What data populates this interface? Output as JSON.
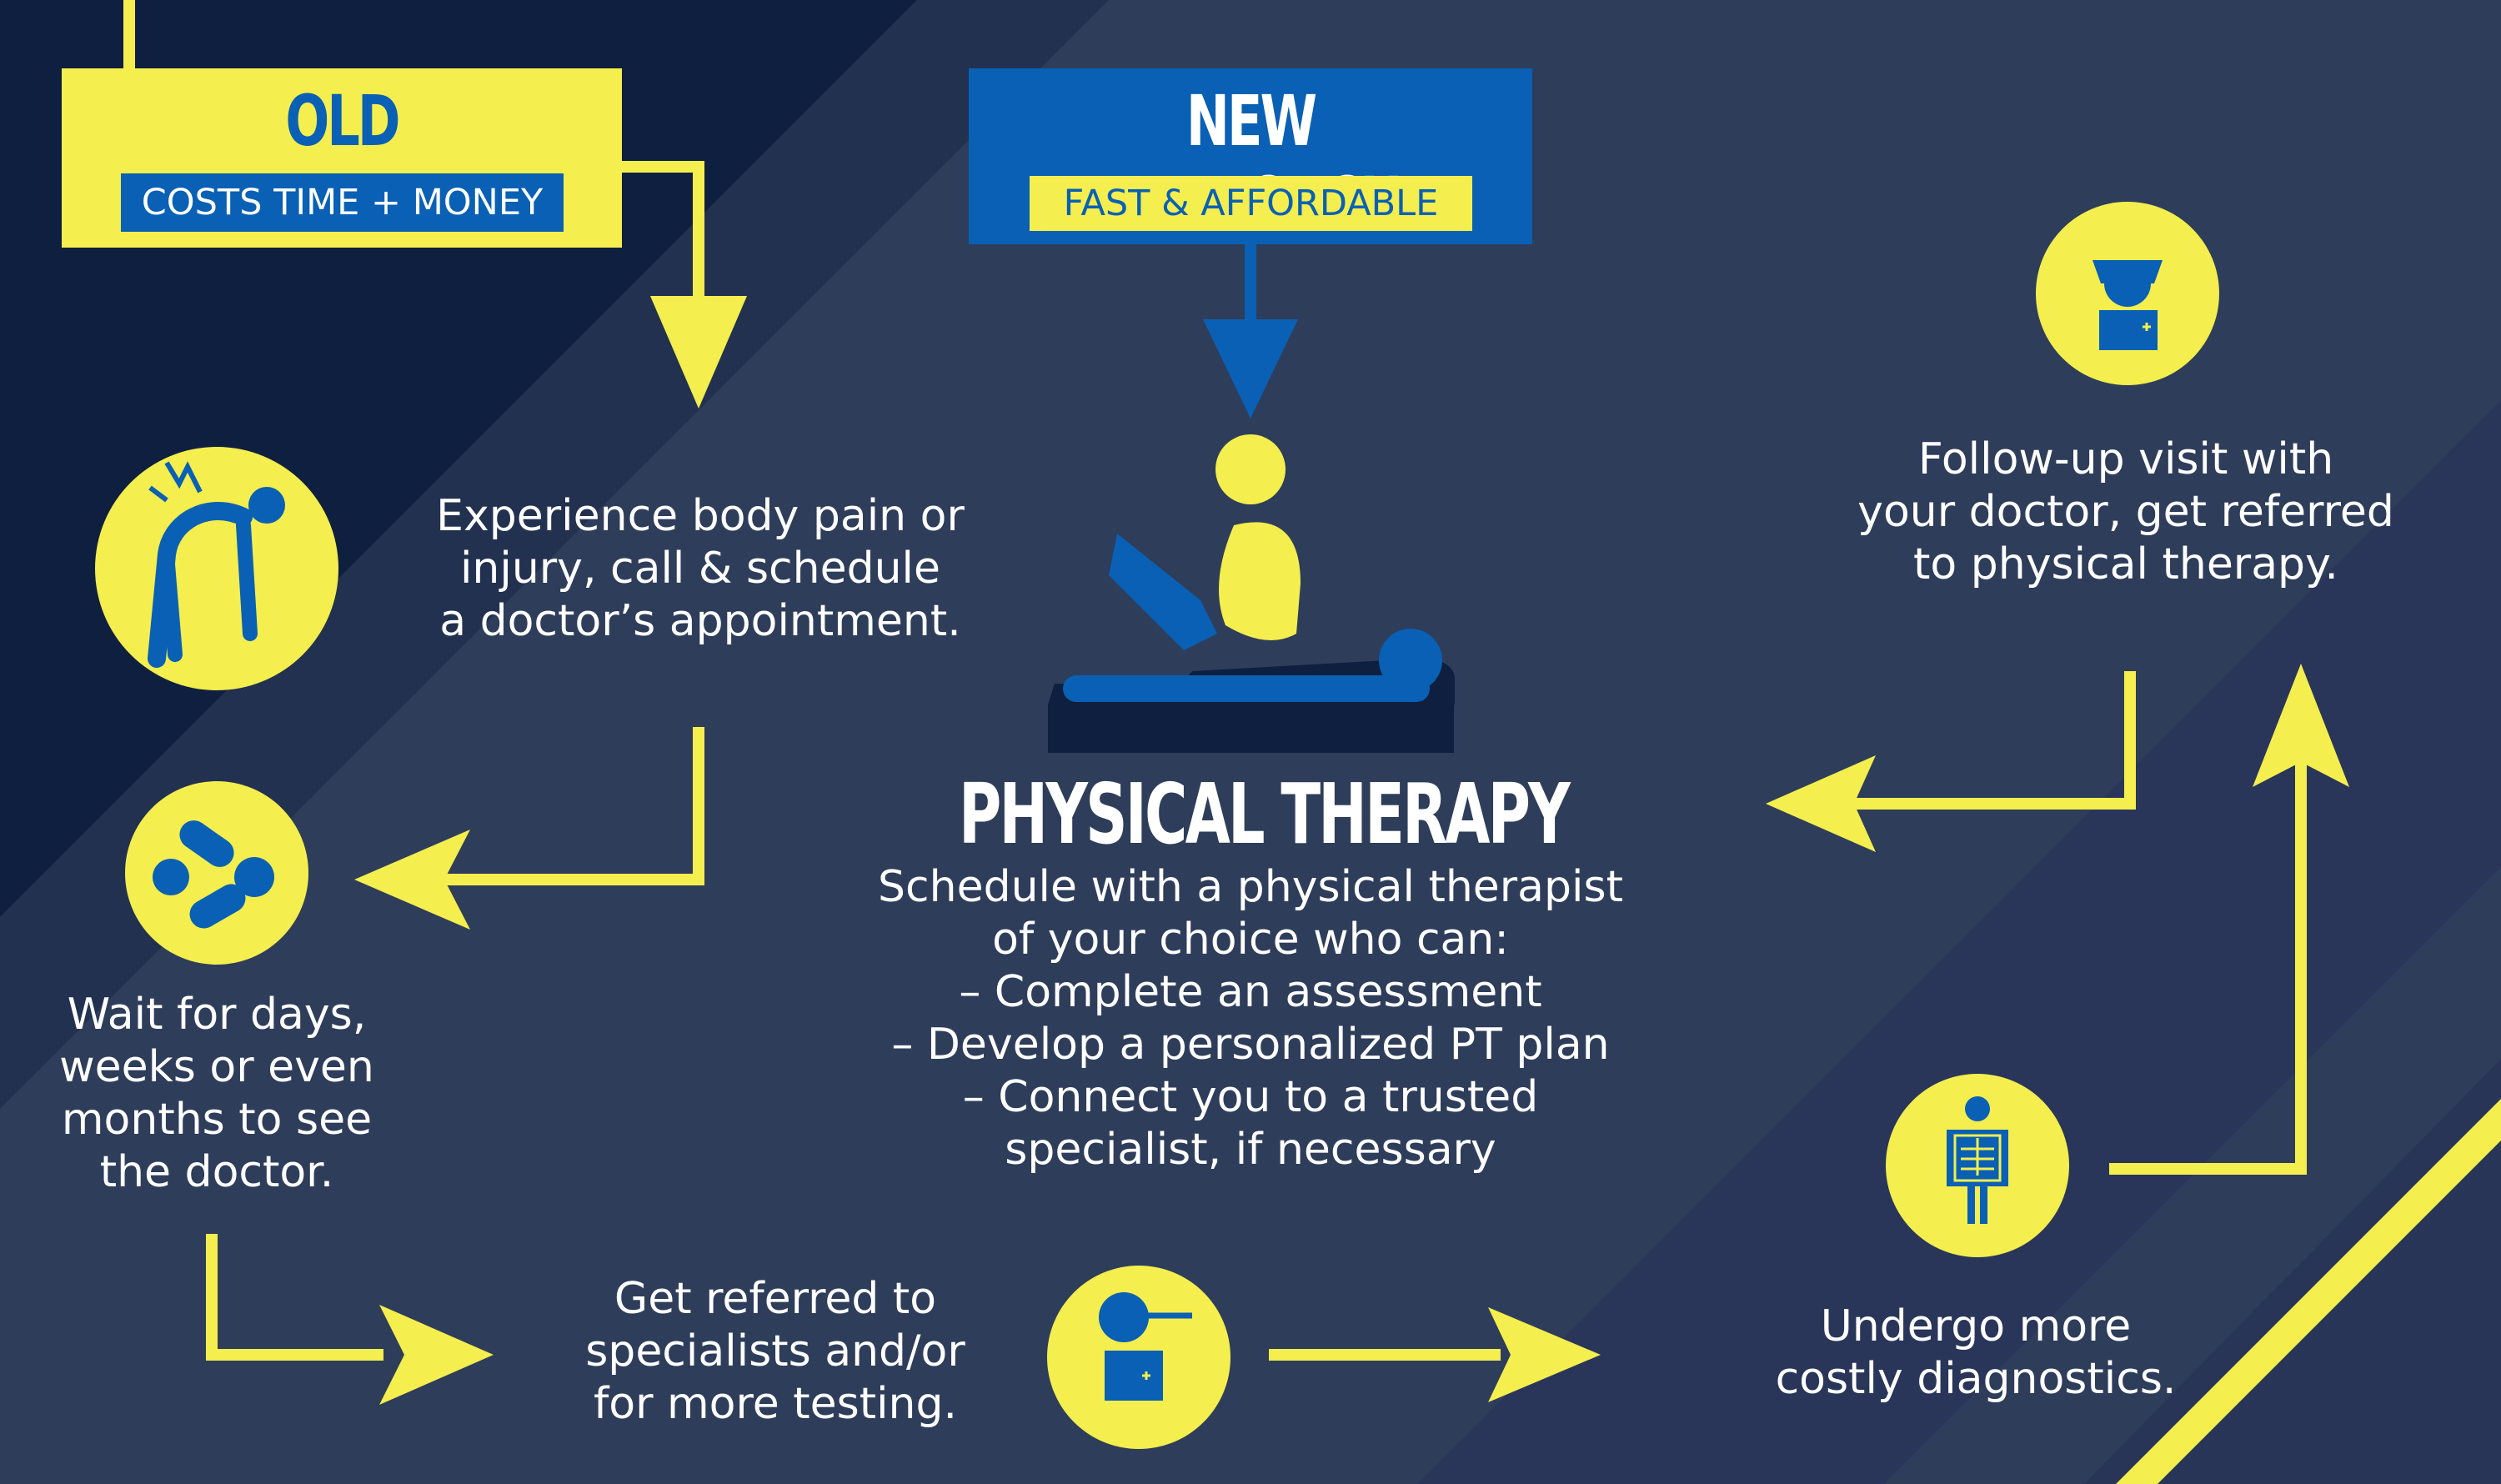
{
  "old_approach": {
    "title": "OLD APPROACH",
    "subtitle": "COSTS TIME + MONEY"
  },
  "new_approach": {
    "title": "NEW APPROACH",
    "subtitle": "FAST & AFFORDABLE"
  },
  "physical_therapy": {
    "title": "PHYSICAL THERAPY",
    "lines": [
      "Schedule with a physical therapist",
      "of your choice who can:",
      "– Complete an assessment",
      "– Develop a personalized PT plan",
      "– Connect you to a trusted",
      "specialist, if necessary"
    ]
  },
  "steps": {
    "pain": {
      "icon": "back-pain-person-icon",
      "lines": [
        "Experience body pain or",
        "injury, call & schedule",
        "a doctor’s appointment."
      ]
    },
    "wait": {
      "icon": "pills-icon",
      "lines": [
        "Wait for days,",
        "weeks or even",
        "months to see",
        "the doctor."
      ]
    },
    "referred": {
      "icon": "specialist-doctor-icon",
      "lines": [
        "Get referred to",
        "specialists and/or",
        "for more testing."
      ]
    },
    "diagnostics": {
      "icon": "xray-icon",
      "lines": [
        "Undergo more",
        "costly diagnostics."
      ]
    },
    "followup": {
      "icon": "doctor-icon",
      "lines": [
        "Follow-up visit with",
        "your doctor, get referred",
        "to physical therapy."
      ]
    }
  },
  "colors": {
    "yellow": "#f4ee4e",
    "blue": "#0960b4",
    "background": "#2e3d5a",
    "dark_stripe": "#0f1f3f",
    "white": "#ffffff"
  }
}
